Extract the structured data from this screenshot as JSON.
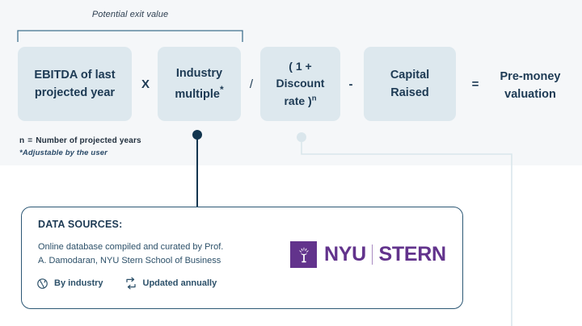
{
  "colors": {
    "bg_top": "#f5f7f9",
    "bg_bottom": "#ffffff",
    "box_fill": "#dde8ee",
    "ink": "#1d3a54",
    "card_border": "#2d5875",
    "wire_dark": "#12354f",
    "wire_light": "#dde8ee",
    "nyu_purple": "#62338c"
  },
  "bracket": {
    "label": "Potential exit value"
  },
  "formula": {
    "boxes": [
      {
        "id": "ebitda",
        "line1": "EBITDA of last",
        "line2": "projected year"
      },
      {
        "id": "multiple",
        "line1": "Industry",
        "line2": "multiple",
        "superscript": "*"
      },
      {
        "id": "discount",
        "line1": "( 1  +",
        "line2": "Discount",
        "line3": "rate )",
        "superscript": "n"
      },
      {
        "id": "capital",
        "line1": "Capital",
        "line2": "Raised"
      }
    ],
    "operators": {
      "times": "X",
      "divide": "/",
      "minus": "-",
      "equals": "="
    },
    "result": {
      "line1": "Pre-money",
      "line2": "valuation"
    }
  },
  "footnotes": {
    "n_symbol": "n",
    "n_equals": "=",
    "n_definition": "Number of projected years",
    "adjustable": "*Adjustable by the user"
  },
  "data_sources": {
    "title": "DATA SOURCES:",
    "body_line1": "Online database compiled and curated by Prof.",
    "body_line2": "A. Damodaran, NYU Stern School of Business",
    "tags": [
      {
        "icon": "globe-icon",
        "label": "By industry"
      },
      {
        "icon": "refresh-icon",
        "label": "Updated annually"
      }
    ],
    "logo": {
      "name": "NYU",
      "school": "STERN"
    }
  }
}
